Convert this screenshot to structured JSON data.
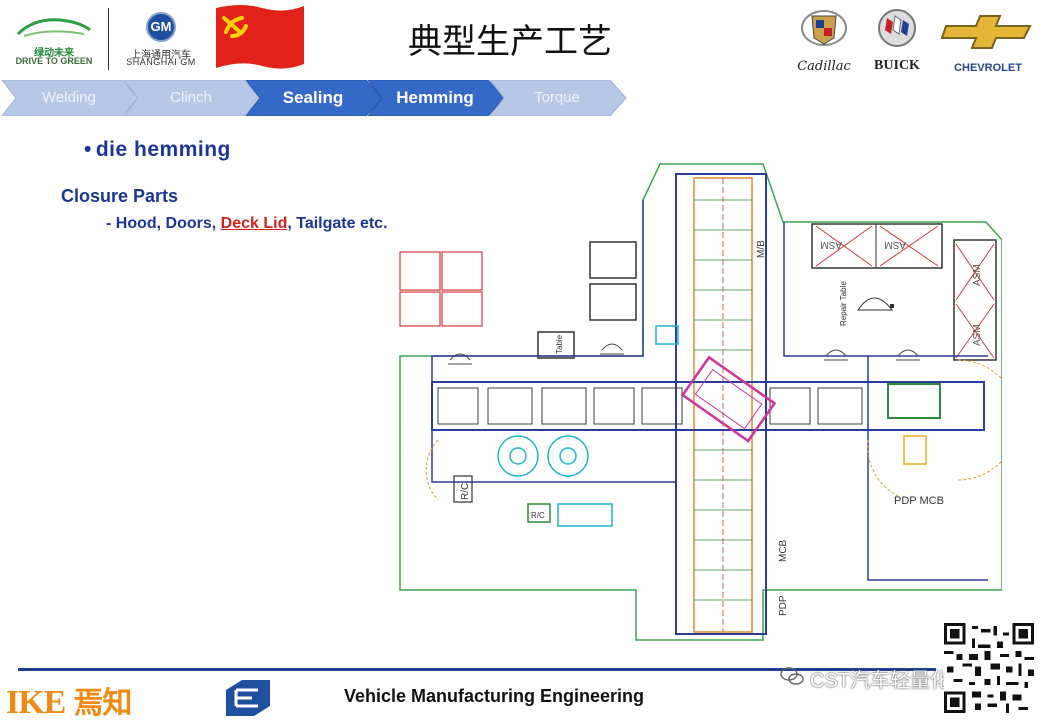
{
  "header": {
    "title": "典型生产工艺",
    "logo_left": {
      "cn": "绿动未来",
      "en": "DRIVE TO GREEN"
    },
    "logo_gm": {
      "badge": "GM",
      "cn": "上海通用汽车",
      "en": "SHANGHAI GM"
    },
    "brands": [
      "Cadillac",
      "BUICK",
      "CHEVROLET"
    ],
    "colors": {
      "flag_red": "#e0221a",
      "flag_gold": "#ffd200"
    }
  },
  "process_tabs": [
    {
      "label": "Welding",
      "active": false
    },
    {
      "label": "Clinch",
      "active": false
    },
    {
      "label": "Sealing",
      "active": true
    },
    {
      "label": "Hemming",
      "active": true
    },
    {
      "label": "Torque",
      "active": false
    }
  ],
  "content": {
    "bullet": "die  hemming",
    "section_title": "Closure Parts",
    "parts_prefix": "- Hood, Doors, ",
    "parts_highlight": "Deck Lid",
    "parts_suffix": ", Tailgate etc."
  },
  "drawing_labels": {
    "mb": "M/B",
    "asm1": "ASM",
    "asm2": "ASM",
    "asm3": "ASM",
    "asm4": "ASM",
    "repair_table": "Repair Table",
    "table": "Table",
    "rc1": "R/C",
    "rc2": "R/C",
    "pdp_mcb": "PDP MCB",
    "mcb": "MCB",
    "pdp": "PDP"
  },
  "footer": {
    "ike_en": "IKE",
    "ike_cn": "焉知",
    "caption": "Vehicle Manufacturing Engineering",
    "wechat_name": "CST汽车轻量化"
  }
}
